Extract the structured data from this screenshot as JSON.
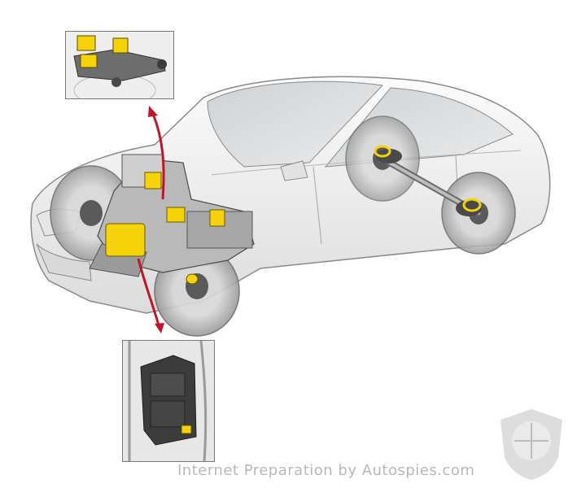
{
  "caption": "Internet Preparation by Autospies.com",
  "colors": {
    "highlight": "#f5d20a",
    "arrow": "#c0142a",
    "car_body": "#f4f4f4",
    "car_outline": "#8a8a8a",
    "caption": "#b8b8b8"
  },
  "illustration": {
    "subject": "sedan cutaway drivetrain",
    "icons": [
      "car-illustration",
      "engine-transmission-icon",
      "rear-axle-icon",
      "callout-arrow-icon",
      "watermark-logo-icon"
    ]
  }
}
